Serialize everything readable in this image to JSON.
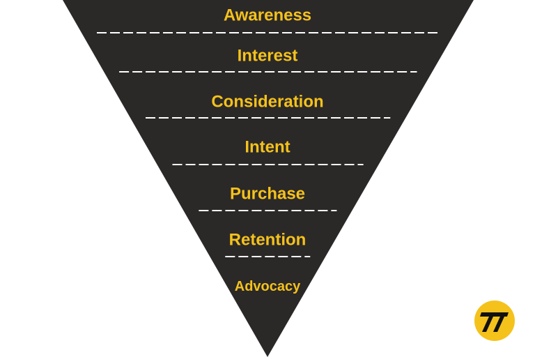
{
  "diagram": {
    "type": "inverted-funnel",
    "stages": [
      {
        "label": "Awareness"
      },
      {
        "label": "Interest"
      },
      {
        "label": "Consideration"
      },
      {
        "label": "Intent"
      },
      {
        "label": "Purchase"
      },
      {
        "label": "Retention"
      },
      {
        "label": "Advocacy"
      }
    ]
  },
  "colors": {
    "funnel_fill": "#2b2828",
    "label_text": "#f4c21b",
    "divider": "#ffffff",
    "logo_circle": "#f4c21b",
    "logo_mark": "#111111",
    "background": "#ffffff"
  },
  "logo": {
    "icon": "tt-logo-icon"
  }
}
